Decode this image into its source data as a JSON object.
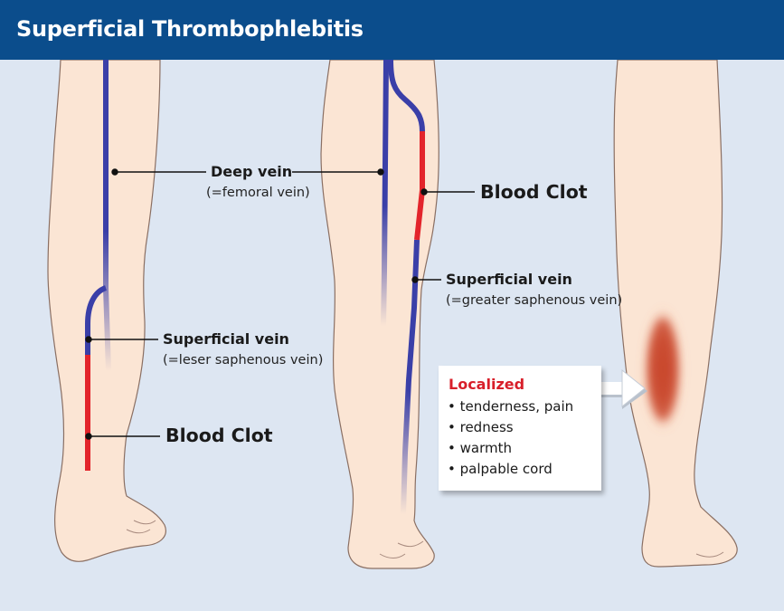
{
  "title": "Superficial Thrombophlebitis",
  "colors": {
    "header_bg": "#0b4d8c",
    "panel_bg": "#dde6f2",
    "skin": "#fbe5d4",
    "vein": "#3a3fa8",
    "clot": "#e3242b",
    "inflammation": "#c8442b",
    "callout_heading": "#d81f2a"
  },
  "labels": {
    "deep_vein": "Deep vein",
    "deep_vein_sub": "(=femoral vein)",
    "superficial_left": "Superficial vein",
    "superficial_left_sub": "(=leser saphenous vein)",
    "blood_clot_left": "Blood Clot",
    "blood_clot_mid": "Blood Clot",
    "superficial_mid": "Superficial vein",
    "superficial_mid_sub": "(=greater saphenous vein)"
  },
  "callout": {
    "heading": "Localized",
    "items": [
      "• tenderness, pain",
      "• redness",
      "• warmth",
      "• palpable cord"
    ],
    "arrow_icon": "arrow-right-icon"
  }
}
